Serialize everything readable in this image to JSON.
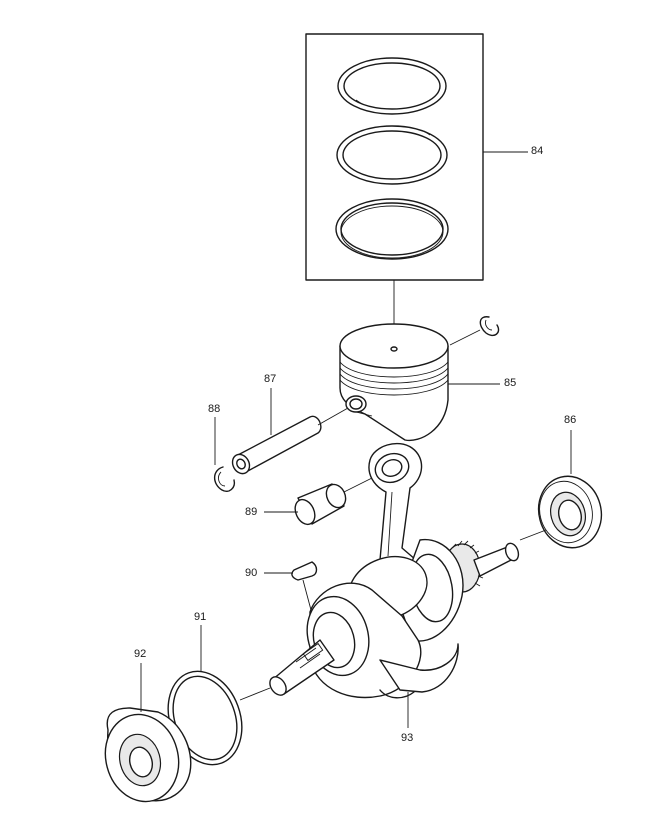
{
  "callouts": {
    "c84": "84",
    "c85": "85",
    "c86": "86",
    "c87": "87",
    "c88": "88",
    "c89": "89",
    "c90": "90",
    "c91": "91",
    "c92": "92",
    "c93": "93"
  },
  "colors": {
    "line": "#1a1a1a",
    "background": "#ffffff",
    "shade": "#e9e9e9"
  }
}
